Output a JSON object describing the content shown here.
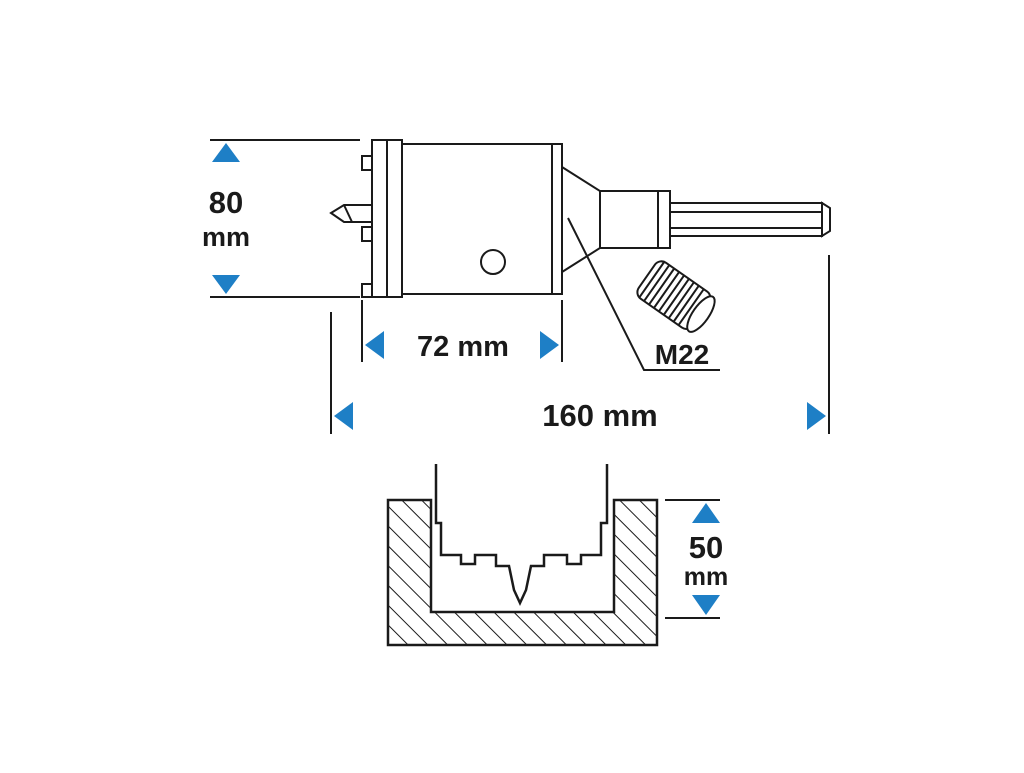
{
  "dimensions": {
    "diameter": {
      "value": "80",
      "unit": "mm"
    },
    "cutting_length": {
      "label": "72 mm"
    },
    "total_length": {
      "label": "160 mm"
    },
    "thread": {
      "label": "M22"
    },
    "max_depth": {
      "value": "50",
      "unit": "mm"
    }
  },
  "colors": {
    "arrow": "#1e7fc6",
    "line": "#1a1a1a",
    "background": "#ffffff"
  },
  "icons": [
    "arrow-up-icon",
    "arrow-down-icon",
    "arrow-left-icon",
    "arrow-right-icon"
  ]
}
